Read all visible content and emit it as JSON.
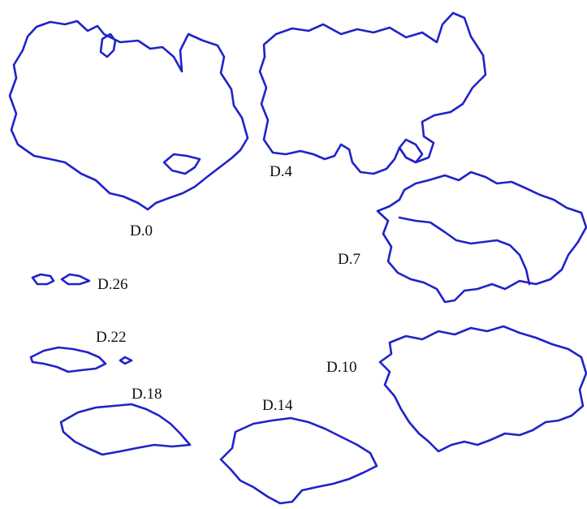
{
  "stroke_color": "#1f23c8",
  "label_color": "#111111",
  "labels": {
    "d0": "D.0",
    "d4": "D.4",
    "d7": "D.7",
    "d10": "D.10",
    "d14": "D.14",
    "d18": "D.18",
    "d22": "D.22",
    "d26": "D.26"
  }
}
